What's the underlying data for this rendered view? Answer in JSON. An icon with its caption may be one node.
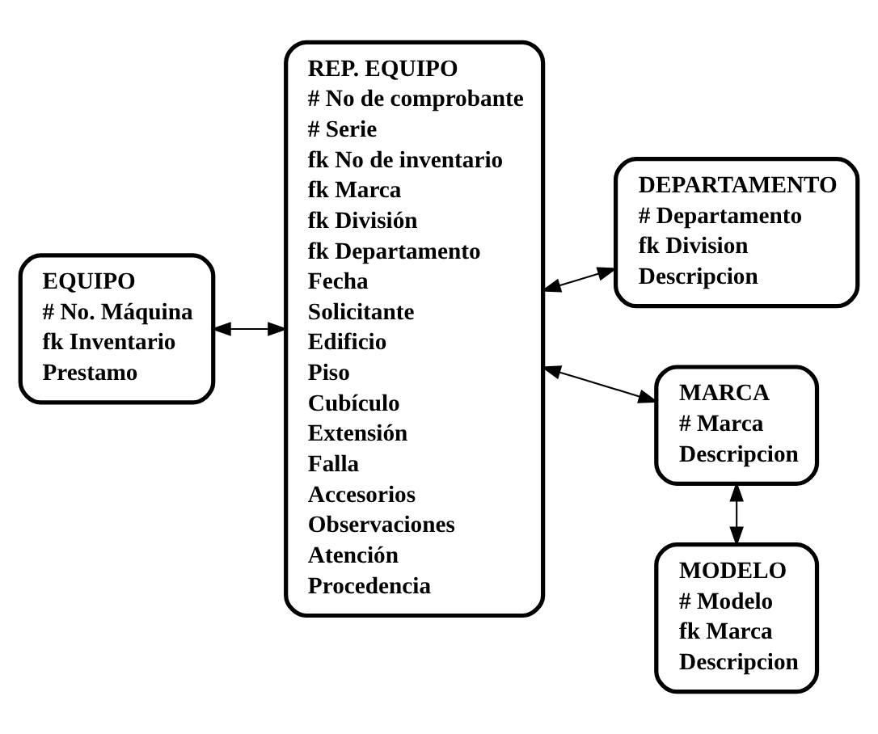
{
  "diagram": {
    "nodes": [
      {
        "text": [
          "EQUIPO",
          "# No. Máquina",
          "fk Inventario",
          "Prestamo"
        ]
      },
      {
        "text": [
          "REP. EQUIPO",
          "# No de comprobante",
          "# Serie",
          "fk No de inventario",
          "fk Marca",
          "fk División",
          "fk Departamento",
          "Fecha",
          "Solicitante",
          "Edificio",
          "Piso",
          "Cubículo",
          "Extensión",
          "Falla",
          "Accesorios",
          "Observaciones",
          "Atención",
          "Procedencia"
        ]
      },
      {
        "text": [
          "DEPARTAMENTO",
          "# Departamento",
          "fk Division",
          "Descripcion"
        ]
      },
      {
        "text": [
          "MARCA",
          "# Marca",
          "Descripcion"
        ]
      },
      {
        "text": [
          "MODELO",
          "# Modelo",
          "fk Marca",
          "Descripcion"
        ]
      }
    ],
    "edges": [
      {
        "from": 0,
        "to": 1,
        "arrow": "both"
      },
      {
        "from": 1,
        "to": 2,
        "arrow": "both"
      },
      {
        "from": 1,
        "to": 3,
        "arrow": "both"
      },
      {
        "from": 3,
        "to": 4,
        "arrow": "both"
      }
    ]
  }
}
